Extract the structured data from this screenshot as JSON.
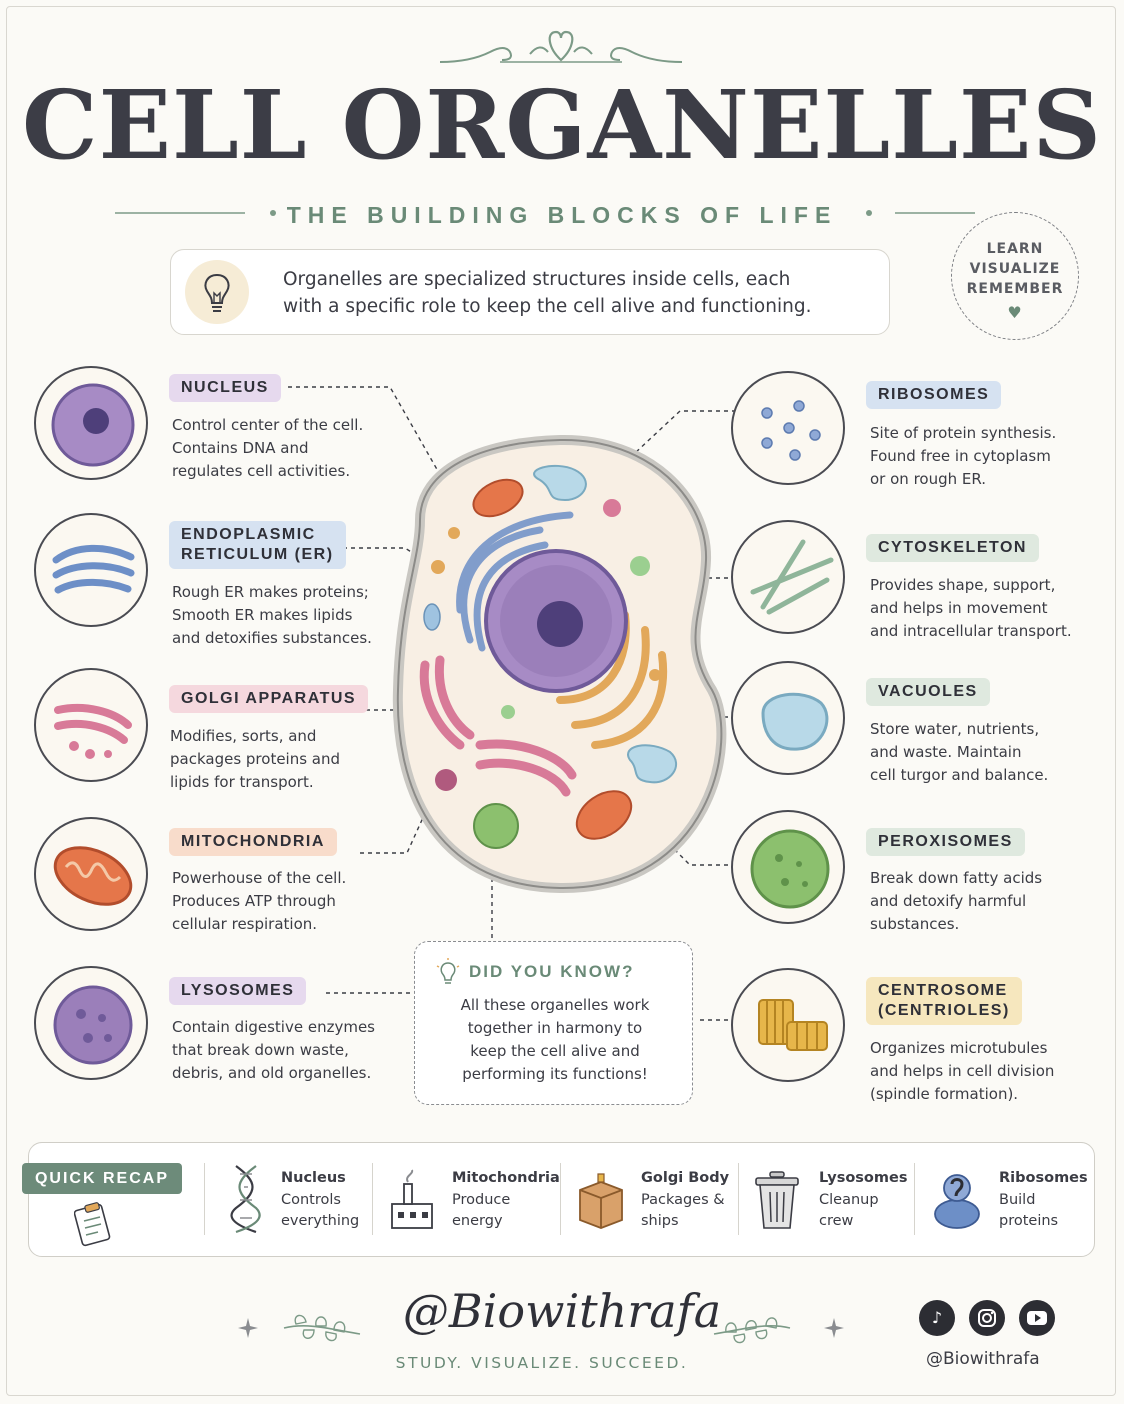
{
  "header": {
    "title": "CELL ORGANELLES",
    "subtitle": "THE BUILDING BLOCKS OF LIFE"
  },
  "intro": {
    "line1": "Organelles are specialized structures inside cells, each",
    "line2": "with a specific role to keep the cell alive and functioning."
  },
  "stamp": {
    "l1": "LEARN",
    "l2": "VISUALIZE",
    "l3": "REMEMBER"
  },
  "left_organelles": [
    {
      "name": "NUCLEUS",
      "lines": [
        "Control center of the cell.",
        "Contains DNA and",
        "regulates cell activities."
      ]
    },
    {
      "name_l1": "ENDOPLASMIC",
      "name_l2": "RETICULUM (ER)",
      "lines": [
        "Rough ER makes proteins;",
        "Smooth ER makes lipids",
        "and detoxifies substances."
      ]
    },
    {
      "name": "GOLGI APPARATUS",
      "lines": [
        "Modifies, sorts, and",
        "packages proteins and",
        "lipids for transport."
      ]
    },
    {
      "name": "MITOCHONDRIA",
      "lines": [
        "Powerhouse of the cell.",
        "Produces ATP through",
        "cellular respiration."
      ]
    },
    {
      "name": "LYSOSOMES",
      "lines": [
        "Contain digestive enzymes",
        "that break down waste,",
        "debris, and old organelles."
      ]
    }
  ],
  "right_organelles": [
    {
      "name": "RIBOSOMES",
      "lines": [
        "Site of protein synthesis.",
        "Found free in cytoplasm",
        "or on rough ER."
      ]
    },
    {
      "name": "CYTOSKELETON",
      "lines": [
        "Provides shape, support,",
        "and helps in movement",
        "and intracellular transport."
      ]
    },
    {
      "name": "VACUOLES",
      "lines": [
        "Store water, nutrients,",
        "and waste. Maintain",
        "cell turgor and balance."
      ]
    },
    {
      "name": "PEROXISOMES",
      "lines": [
        "Break down fatty acids",
        "and detoxify harmful",
        "substances."
      ]
    },
    {
      "name_l1": "CENTROSOME",
      "name_l2": "(CENTRIOLES)",
      "lines": [
        "Organizes microtubules",
        "and helps in cell division",
        "(spindle formation)."
      ]
    }
  ],
  "did_you_know": {
    "title": "DID YOU KNOW?",
    "lines": [
      "All these organelles work",
      "together in harmony to",
      "keep the cell alive and",
      "performing its functions!"
    ]
  },
  "recap": {
    "tag": "QUICK RECAP",
    "items": [
      {
        "h": "Nucleus",
        "a": "Controls",
        "b": "everything",
        "icon": "dna-icon"
      },
      {
        "h": "Mitochondria",
        "a": "Produce",
        "b": "energy",
        "icon": "factory-icon"
      },
      {
        "h": "Golgi Body",
        "a": "Packages &",
        "b": "ships",
        "icon": "package-icon"
      },
      {
        "h": "Lysosomes",
        "a": "Cleanup",
        "b": "crew",
        "icon": "trash-can-icon"
      },
      {
        "h": "Ribosomes",
        "a": "Build",
        "b": "proteins",
        "icon": "ribosome-icon"
      }
    ]
  },
  "footer": {
    "brand": "@Biowithrafa",
    "motto": "STUDY. VISUALIZE. SUCCEED.",
    "handle": "@Biowithrafa"
  },
  "colors": {
    "accent_green": "#6a8a77",
    "text_dark": "#3c3d46",
    "tag_purple": "#e6d9ee",
    "tag_blue": "#d6e2f1",
    "tag_pink": "#f5d8de",
    "tag_orange": "#f8dccb",
    "tag_green": "#dfe9df",
    "tag_yellow": "#f6e7be"
  }
}
